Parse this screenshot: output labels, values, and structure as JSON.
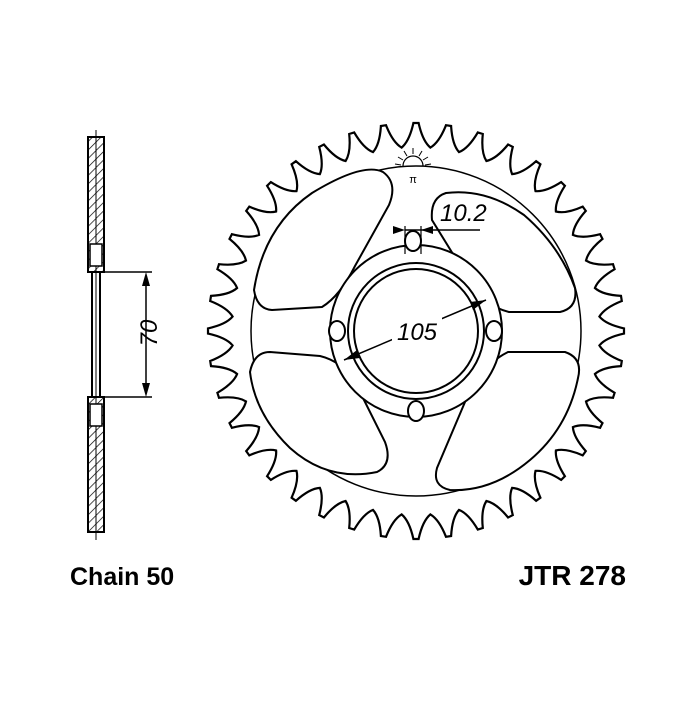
{
  "caption_left": "Chain 50",
  "caption_right": "JTR 278",
  "dimensions": {
    "hub_width": "70",
    "bolt_circle": "105",
    "bolt_hole": "10.2"
  },
  "sprocket": {
    "teeth": 40
  }
}
